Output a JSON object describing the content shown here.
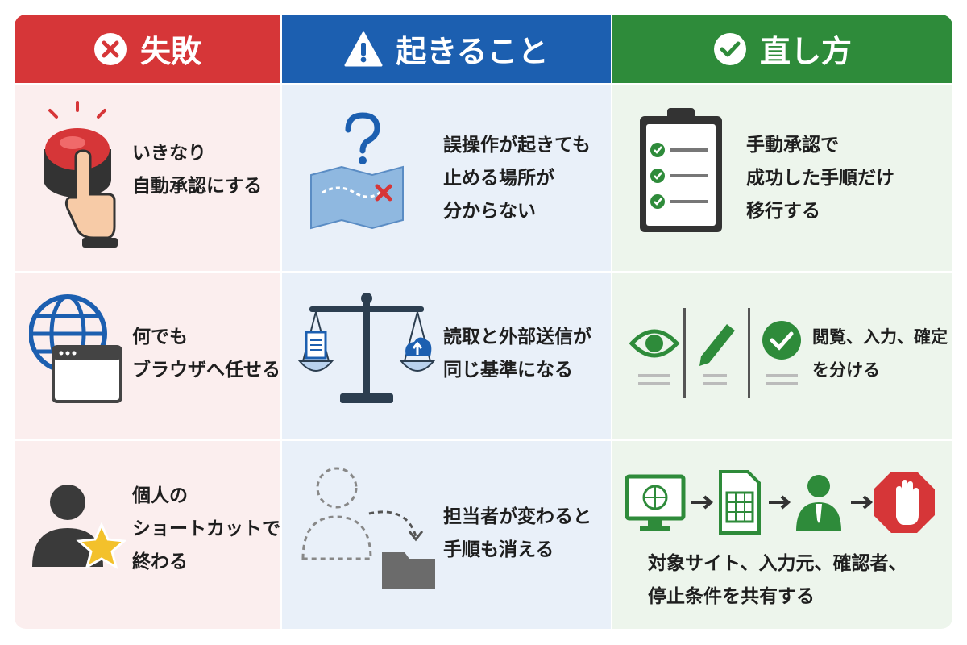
{
  "headers": {
    "fail": "失敗",
    "happen": "起きること",
    "fix": "直し方"
  },
  "rows": [
    {
      "fail": [
        "いきなり",
        "自動承認にする"
      ],
      "happen": [
        "誤操作が起きても",
        "止める場所が",
        "分からない"
      ],
      "fix": [
        "手動承認で",
        "成功した手順だけ",
        "移行する"
      ]
    },
    {
      "fail": [
        "何でも",
        "ブラウザへ任せる"
      ],
      "happen": [
        "読取と外部送信が",
        "同じ基準になる"
      ],
      "fix": [
        "閲覧、入力、確定",
        "を分ける"
      ]
    },
    {
      "fail": [
        "個人の",
        "ショートカットで",
        "終わる"
      ],
      "happen": [
        "担当者が変わると",
        "手順も消える"
      ],
      "fix": [
        "対象サイト、入力元、確認者、",
        "停止条件を共有する"
      ]
    }
  ],
  "icons": {
    "header_fail": "x-circle-icon",
    "header_happen": "warning-triangle-icon",
    "header_fix": "check-circle-icon",
    "r1_fail": "red-button-press-icon",
    "r1_happen": "lost-map-icon",
    "r1_fix": "checklist-clipboard-icon",
    "r2_fail": "globe-browser-icon",
    "r2_happen": "balance-scale-icon",
    "r2_fix": "view-edit-confirm-icon",
    "r3_fail": "person-star-icon",
    "r3_happen": "person-to-folder-icon",
    "r3_fix": "workflow-stop-icon"
  },
  "colors": {
    "fail": "#d63638",
    "happen": "#1c5fb0",
    "fix": "#2e8b3a"
  }
}
